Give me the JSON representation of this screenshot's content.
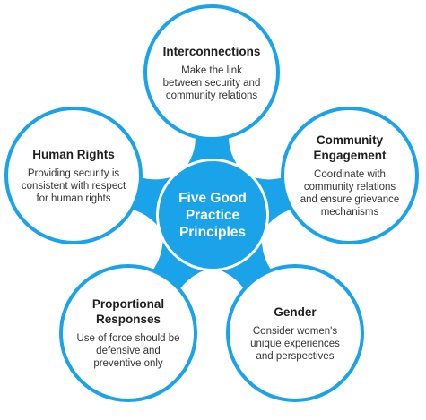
{
  "colors": {
    "accent": "#1aa3e8",
    "background": "#ffffff",
    "text": "#2b2b2b"
  },
  "center": {
    "label": "Five Good\nPractice\nPrinciples"
  },
  "principles": [
    {
      "title": "Interconnections",
      "description": "Make the link\nbetween security and\ncommunity relations"
    },
    {
      "title": "Community\nEngagement",
      "description": "Coordinate with\ncommunity relations\nand ensure grievance\nmechanisms"
    },
    {
      "title": "Gender",
      "description": "Consider women's\nunique experiences\nand perspectives"
    },
    {
      "title": "Proportional\nResponses",
      "description": "Use of force should be\ndefensive and\npreventive only"
    },
    {
      "title": "Human Rights",
      "description": "Providing security is\nconsistent with respect\nfor human rights"
    }
  ]
}
